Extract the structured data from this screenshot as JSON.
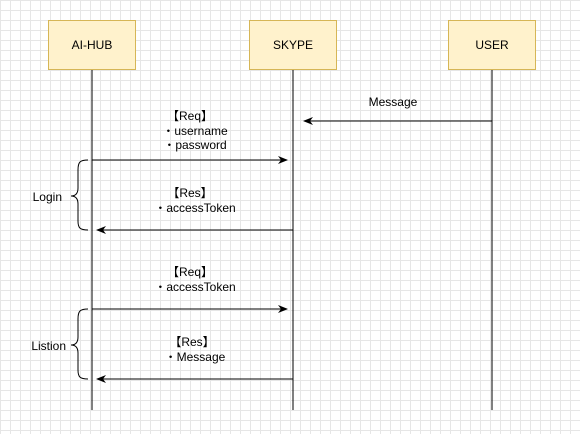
{
  "participants": {
    "aihub": "AI-HUB",
    "skype": "SKYPE",
    "user": "USER"
  },
  "messages": {
    "user_to_skype": "Message",
    "login_req": {
      "tag": "【Req】",
      "line1": "・username",
      "line2": "・password"
    },
    "login_res": {
      "tag": "【Res】",
      "line1": "・accessToken"
    },
    "listen_req": {
      "tag": "【Req】",
      "line1": "・accessToken"
    },
    "listen_res": {
      "tag": "【Res】",
      "line1": "・Message"
    }
  },
  "groups": {
    "login": "Login",
    "listen": "Listion"
  },
  "colors": {
    "box_fill": "#fff2cc",
    "box_border": "#d6b656",
    "line": "#000000",
    "grid": "#e6e6e6"
  }
}
